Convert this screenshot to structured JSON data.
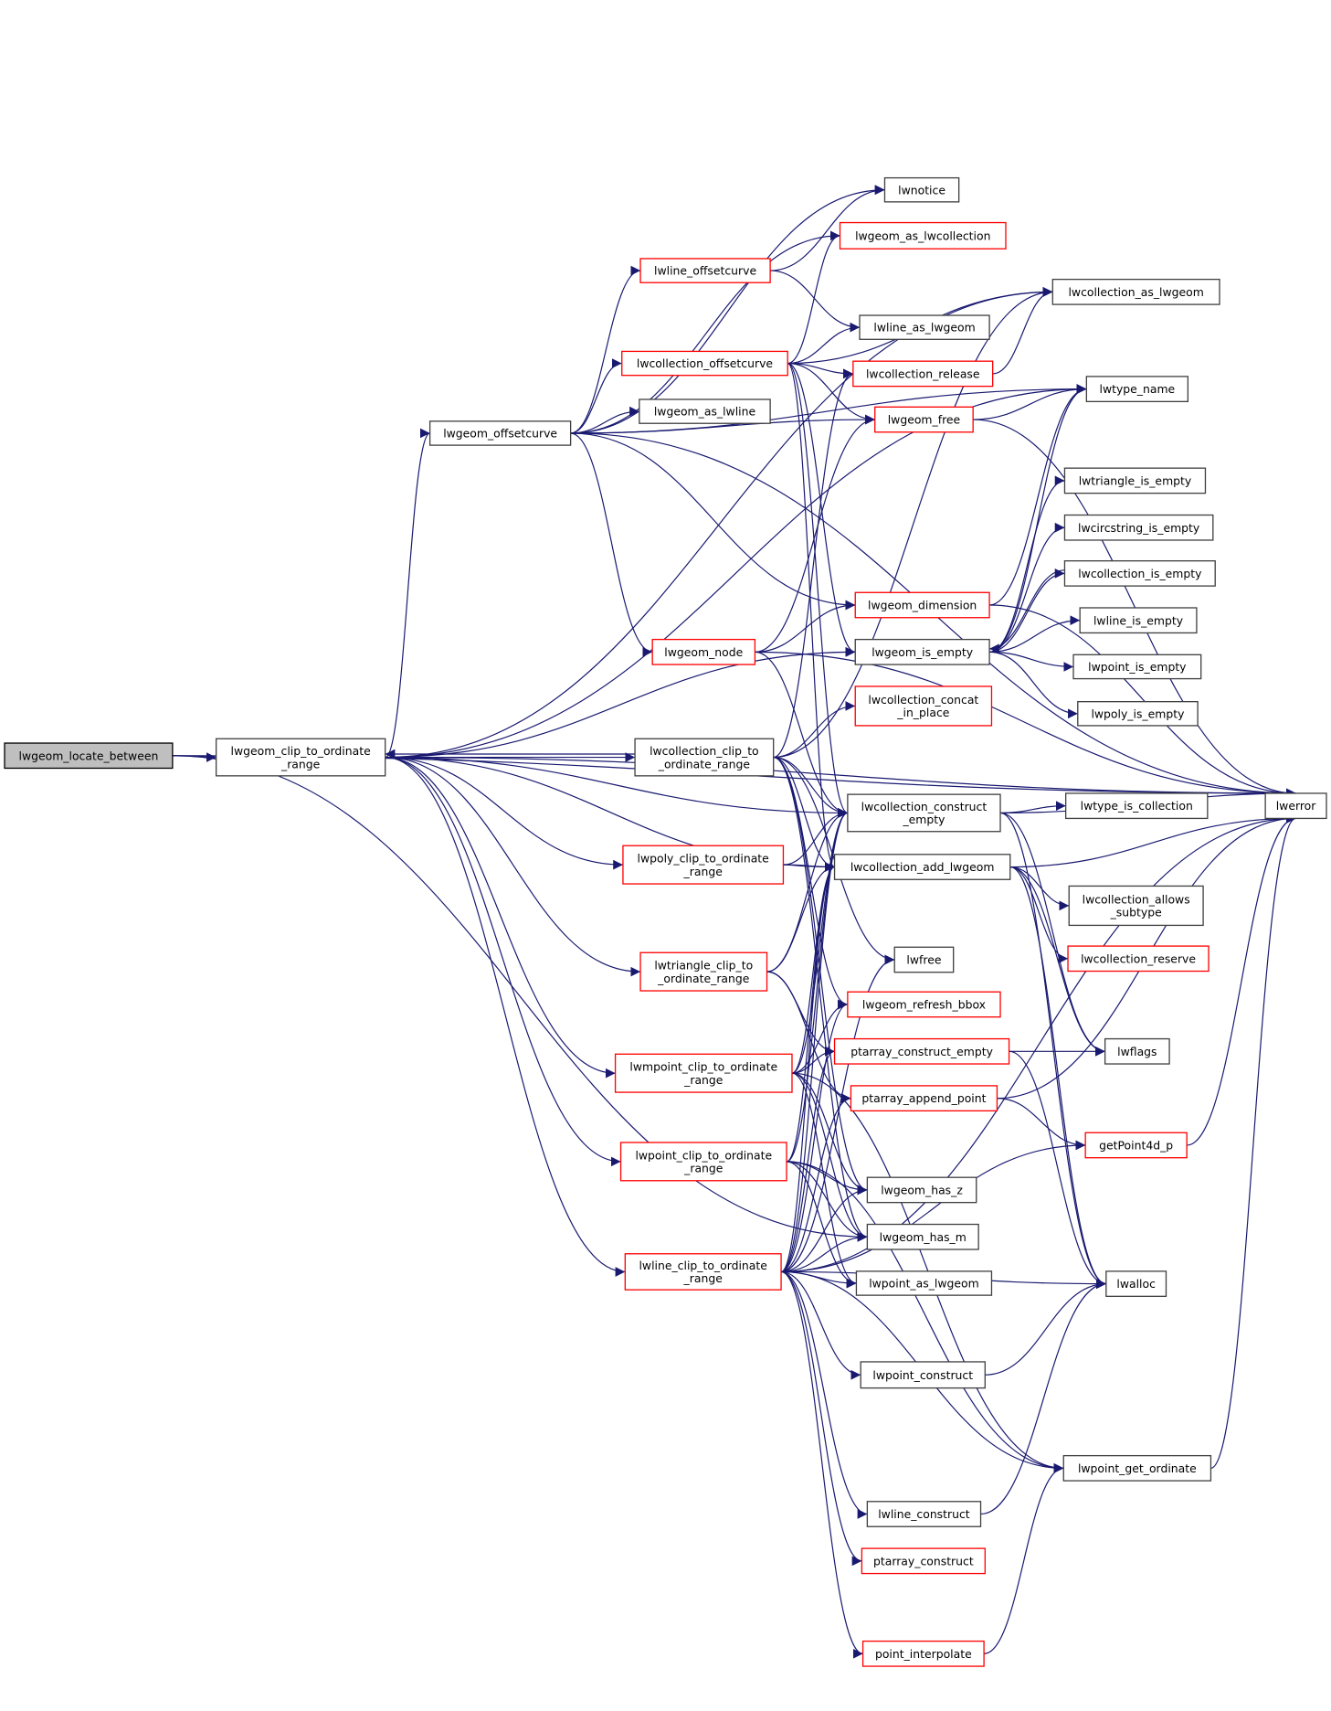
{
  "colors": {
    "edge": "#191970",
    "normal_border": "#404040",
    "red_border": "#ff0000",
    "root_fill": "#bfbfbf"
  },
  "nodes": [
    {
      "id": "locate_between",
      "label": "lwgeom_locate_between",
      "style": "root"
    },
    {
      "id": "clip_range",
      "label": "lwgeom_clip_to_ordinate\n_range",
      "style": "normal"
    },
    {
      "id": "offsetcurve",
      "label": "lwgeom_offsetcurve",
      "style": "normal"
    },
    {
      "id": "lwnotice",
      "label": "lwnotice",
      "style": "normal"
    },
    {
      "id": "as_lwcollection",
      "label": "lwgeom_as_lwcollection",
      "style": "red"
    },
    {
      "id": "line_offsetcurve",
      "label": "lwline_offsetcurve",
      "style": "red"
    },
    {
      "id": "coll_as_lwgeom",
      "label": "lwcollection_as_lwgeom",
      "style": "normal"
    },
    {
      "id": "line_as_lwgeom",
      "label": "lwline_as_lwgeom",
      "style": "normal"
    },
    {
      "id": "coll_offsetcurve",
      "label": "lwcollection_offsetcurve",
      "style": "red"
    },
    {
      "id": "coll_release",
      "label": "lwcollection_release",
      "style": "red"
    },
    {
      "id": "type_name",
      "label": "lwtype_name",
      "style": "normal"
    },
    {
      "id": "as_lwline",
      "label": "lwgeom_as_lwline",
      "style": "normal"
    },
    {
      "id": "geom_free",
      "label": "lwgeom_free",
      "style": "red"
    },
    {
      "id": "tri_empty",
      "label": "lwtriangle_is_empty",
      "style": "normal"
    },
    {
      "id": "circ_empty",
      "label": "lwcircstring_is_empty",
      "style": "normal"
    },
    {
      "id": "coll_empty",
      "label": "lwcollection_is_empty",
      "style": "normal"
    },
    {
      "id": "dimension",
      "label": "lwgeom_dimension",
      "style": "red"
    },
    {
      "id": "line_empty",
      "label": "lwline_is_empty",
      "style": "normal"
    },
    {
      "id": "geom_node",
      "label": "lwgeom_node",
      "style": "red"
    },
    {
      "id": "geom_empty",
      "label": "lwgeom_is_empty",
      "style": "normal"
    },
    {
      "id": "point_empty",
      "label": "lwpoint_is_empty",
      "style": "normal"
    },
    {
      "id": "poly_empty",
      "label": "lwpoly_is_empty",
      "style": "normal"
    },
    {
      "id": "concat",
      "label": "lwcollection_concat\n_in_place",
      "style": "red"
    },
    {
      "id": "coll_clip",
      "label": "lwcollection_clip_to\n_ordinate_range",
      "style": "normal"
    },
    {
      "id": "lwerror",
      "label": "lwerror",
      "style": "normal"
    },
    {
      "id": "construct_empty",
      "label": "lwcollection_construct\n_empty",
      "style": "normal"
    },
    {
      "id": "is_collection",
      "label": "lwtype_is_collection",
      "style": "normal"
    },
    {
      "id": "poly_clip",
      "label": "lwpoly_clip_to_ordinate\n_range",
      "style": "red"
    },
    {
      "id": "add_lwgeom",
      "label": "lwcollection_add_lwgeom",
      "style": "normal"
    },
    {
      "id": "allows_subtype",
      "label": "lwcollection_allows\n_subtype",
      "style": "normal"
    },
    {
      "id": "tri_clip",
      "label": "lwtriangle_clip_to\n_ordinate_range",
      "style": "red"
    },
    {
      "id": "lwfree",
      "label": "lwfree",
      "style": "normal"
    },
    {
      "id": "coll_reserve",
      "label": "lwcollection_reserve",
      "style": "red"
    },
    {
      "id": "refresh_bbox",
      "label": "lwgeom_refresh_bbox",
      "style": "red"
    },
    {
      "id": "mpoint_clip",
      "label": "lwmpoint_clip_to_ordinate\n_range",
      "style": "red"
    },
    {
      "id": "pa_construct_empty",
      "label": "ptarray_construct_empty",
      "style": "red"
    },
    {
      "id": "lwflags",
      "label": "lwflags",
      "style": "normal"
    },
    {
      "id": "pa_append",
      "label": "ptarray_append_point",
      "style": "red"
    },
    {
      "id": "getpoint4d",
      "label": "getPoint4d_p",
      "style": "red"
    },
    {
      "id": "point_clip",
      "label": "lwpoint_clip_to_ordinate\n_range",
      "style": "red"
    },
    {
      "id": "has_z",
      "label": "lwgeom_has_z",
      "style": "normal"
    },
    {
      "id": "has_m",
      "label": "lwgeom_has_m",
      "style": "normal"
    },
    {
      "id": "line_clip",
      "label": "lwline_clip_to_ordinate\n_range",
      "style": "red"
    },
    {
      "id": "point_as_lwgeom",
      "label": "lwpoint_as_lwgeom",
      "style": "normal"
    },
    {
      "id": "lwalloc",
      "label": "lwalloc",
      "style": "normal"
    },
    {
      "id": "point_construct",
      "label": "lwpoint_construct",
      "style": "normal"
    },
    {
      "id": "get_ordinate",
      "label": "lwpoint_get_ordinate",
      "style": "normal"
    },
    {
      "id": "line_construct",
      "label": "lwline_construct",
      "style": "normal"
    },
    {
      "id": "pa_construct",
      "label": "ptarray_construct",
      "style": "red"
    },
    {
      "id": "interpolate",
      "label": "point_interpolate",
      "style": "red"
    }
  ],
  "edges": [
    [
      "locate_between",
      "clip_range"
    ],
    [
      "locate_between",
      "lwerror"
    ],
    [
      "locate_between",
      "has_m"
    ],
    [
      "clip_range",
      "offsetcurve"
    ],
    [
      "clip_range",
      "lwerror"
    ],
    [
      "clip_range",
      "coll_as_lwgeom"
    ],
    [
      "clip_range",
      "coll_clip"
    ],
    [
      "clip_range",
      "geom_empty"
    ],
    [
      "clip_range",
      "construct_empty"
    ],
    [
      "clip_range",
      "poly_clip"
    ],
    [
      "clip_range",
      "tri_clip"
    ],
    [
      "clip_range",
      "mpoint_clip"
    ],
    [
      "clip_range",
      "point_clip"
    ],
    [
      "clip_range",
      "line_clip"
    ],
    [
      "clip_range",
      "add_lwgeom"
    ],
    [
      "clip_range",
      "type_name"
    ],
    [
      "coll_clip",
      "clip_range"
    ],
    [
      "coll_clip",
      "concat"
    ],
    [
      "coll_clip",
      "construct_empty"
    ],
    [
      "coll_clip",
      "add_lwgeom"
    ],
    [
      "coll_clip",
      "coll_release"
    ],
    [
      "coll_clip",
      "coll_as_lwgeom"
    ],
    [
      "coll_clip",
      "lwfree"
    ],
    [
      "coll_clip",
      "refresh_bbox"
    ],
    [
      "coll_clip",
      "has_z"
    ],
    [
      "coll_clip",
      "has_m"
    ],
    [
      "offsetcurve",
      "lwnotice"
    ],
    [
      "offsetcurve",
      "line_offsetcurve"
    ],
    [
      "offsetcurve",
      "coll_offsetcurve"
    ],
    [
      "offsetcurve",
      "as_lwline"
    ],
    [
      "offsetcurve",
      "geom_free"
    ],
    [
      "offsetcurve",
      "type_name"
    ],
    [
      "offsetcurve",
      "lwerror"
    ],
    [
      "offsetcurve",
      "dimension"
    ],
    [
      "offsetcurve",
      "geom_node"
    ],
    [
      "offsetcurve",
      "as_lwcollection"
    ],
    [
      "line_offsetcurve",
      "lwnotice"
    ],
    [
      "line_offsetcurve",
      "line_as_lwgeom"
    ],
    [
      "coll_offsetcurve",
      "as_lwcollection"
    ],
    [
      "coll_offsetcurve",
      "coll_as_lwgeom"
    ],
    [
      "coll_offsetcurve",
      "coll_release"
    ],
    [
      "coll_offsetcurve",
      "geom_free"
    ],
    [
      "coll_offsetcurve",
      "geom_empty"
    ],
    [
      "coll_offsetcurve",
      "construct_empty"
    ],
    [
      "coll_offsetcurve",
      "add_lwgeom"
    ],
    [
      "coll_offsetcurve",
      "line_as_lwgeom"
    ],
    [
      "coll_release",
      "coll_as_lwgeom"
    ],
    [
      "geom_free",
      "type_name"
    ],
    [
      "geom_free",
      "lwerror"
    ],
    [
      "dimension",
      "type_name"
    ],
    [
      "dimension",
      "lwerror"
    ],
    [
      "geom_node",
      "dimension"
    ],
    [
      "geom_node",
      "geom_free"
    ],
    [
      "geom_node",
      "lwerror"
    ],
    [
      "geom_node",
      "construct_empty"
    ],
    [
      "geom_empty",
      "tri_empty"
    ],
    [
      "geom_empty",
      "circ_empty"
    ],
    [
      "geom_empty",
      "coll_empty"
    ],
    [
      "geom_empty",
      "line_empty"
    ],
    [
      "geom_empty",
      "point_empty"
    ],
    [
      "geom_empty",
      "poly_empty"
    ],
    [
      "geom_empty",
      "type_name"
    ],
    [
      "coll_empty",
      "geom_empty"
    ],
    [
      "construct_empty",
      "is_collection"
    ],
    [
      "construct_empty",
      "lwerror"
    ],
    [
      "construct_empty",
      "lwalloc"
    ],
    [
      "construct_empty",
      "lwflags"
    ],
    [
      "add_lwgeom",
      "allows_subtype"
    ],
    [
      "add_lwgeom",
      "coll_reserve"
    ],
    [
      "add_lwgeom",
      "lwerror"
    ],
    [
      "add_lwgeom",
      "lwflags"
    ],
    [
      "add_lwgeom",
      "lwalloc"
    ],
    [
      "poly_clip",
      "construct_empty"
    ],
    [
      "poly_clip",
      "add_lwgeom"
    ],
    [
      "tri_clip",
      "construct_empty"
    ],
    [
      "tri_clip",
      "add_lwgeom"
    ],
    [
      "tri_clip",
      "pa_construct_empty"
    ],
    [
      "tri_clip",
      "pa_append"
    ],
    [
      "mpoint_clip",
      "construct_empty"
    ],
    [
      "mpoint_clip",
      "add_lwgeom"
    ],
    [
      "mpoint_clip",
      "refresh_bbox"
    ],
    [
      "mpoint_clip",
      "pa_construct_empty"
    ],
    [
      "mpoint_clip",
      "has_z"
    ],
    [
      "mpoint_clip",
      "has_m"
    ],
    [
      "mpoint_clip",
      "point_as_lwgeom"
    ],
    [
      "mpoint_clip",
      "get_ordinate"
    ],
    [
      "point_clip",
      "construct_empty"
    ],
    [
      "point_clip",
      "add_lwgeom"
    ],
    [
      "point_clip",
      "has_z"
    ],
    [
      "point_clip",
      "has_m"
    ],
    [
      "point_clip",
      "point_as_lwgeom"
    ],
    [
      "point_clip",
      "get_ordinate"
    ],
    [
      "line_clip",
      "construct_empty"
    ],
    [
      "line_clip",
      "add_lwgeom"
    ],
    [
      "line_clip",
      "refresh_bbox"
    ],
    [
      "line_clip",
      "pa_construct_empty"
    ],
    [
      "line_clip",
      "pa_append"
    ],
    [
      "line_clip",
      "lwfree"
    ],
    [
      "line_clip",
      "has_z"
    ],
    [
      "line_clip",
      "has_m"
    ],
    [
      "line_clip",
      "point_as_lwgeom"
    ],
    [
      "line_clip",
      "getpoint4d"
    ],
    [
      "line_clip",
      "point_construct"
    ],
    [
      "line_clip",
      "line_construct"
    ],
    [
      "line_clip",
      "pa_construct"
    ],
    [
      "line_clip",
      "interpolate"
    ],
    [
      "line_clip",
      "get_ordinate"
    ],
    [
      "line_clip",
      "lwalloc"
    ],
    [
      "line_clip",
      "lwerror"
    ],
    [
      "pa_construct_empty",
      "lwflags"
    ],
    [
      "pa_construct_empty",
      "lwalloc"
    ],
    [
      "pa_append",
      "getpoint4d"
    ],
    [
      "pa_append",
      "lwerror"
    ],
    [
      "getpoint4d",
      "lwerror"
    ],
    [
      "point_construct",
      "lwalloc"
    ],
    [
      "line_construct",
      "lwalloc"
    ],
    [
      "interpolate",
      "get_ordinate"
    ],
    [
      "get_ordinate",
      "lwerror"
    ]
  ]
}
